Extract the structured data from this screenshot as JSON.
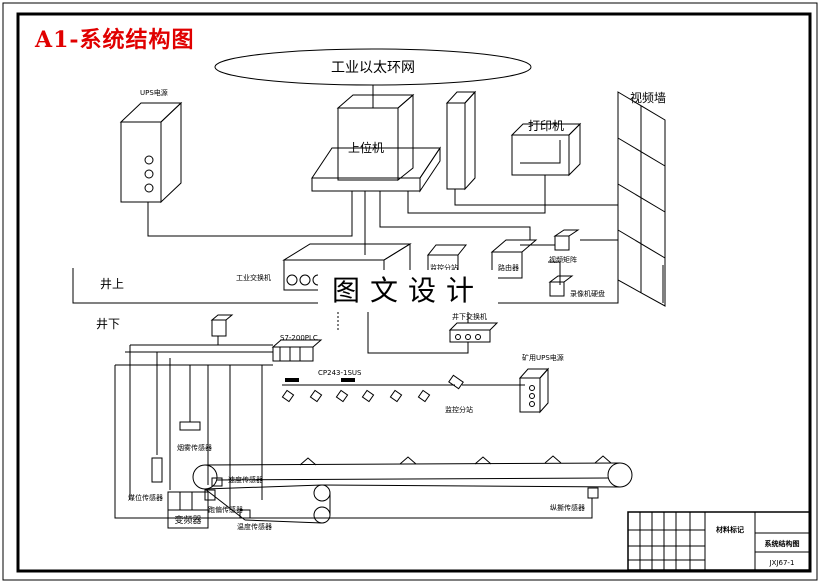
{
  "title": "A1-系统结构图",
  "watermark": "图文设计",
  "labels": {
    "ethernet": "工业以太环网",
    "host_pc": "上位机",
    "printer": "打印机",
    "video_wall": "视频墙",
    "ups": "UPS电源",
    "ind_switch": "工业交换机",
    "monitor_device": "监控分站",
    "router": "路由器",
    "video_matrix": "视频矩阵",
    "recorder": "录像机硬盘",
    "surface": "井上",
    "underground": "井下",
    "under_switch": "井下交换机",
    "plc": "S7-200PLC",
    "cp": "CP243-1SUS",
    "mine_ups": "矿用UPS电源",
    "monitor_split": "监控分站",
    "smoke_sensor": "烟雾传感器",
    "level_sensor": "煤位传感器",
    "speed_sensor": "速度传感器",
    "deviation_sensor": "跑偏传感器",
    "temp_sensor": "温度传感器",
    "vfd": "变频器",
    "tear_sensor": "纵撕传感器"
  },
  "title_block": {
    "name": "材料标记",
    "drawing": "系统结构图",
    "number": "JXJ67-1"
  }
}
